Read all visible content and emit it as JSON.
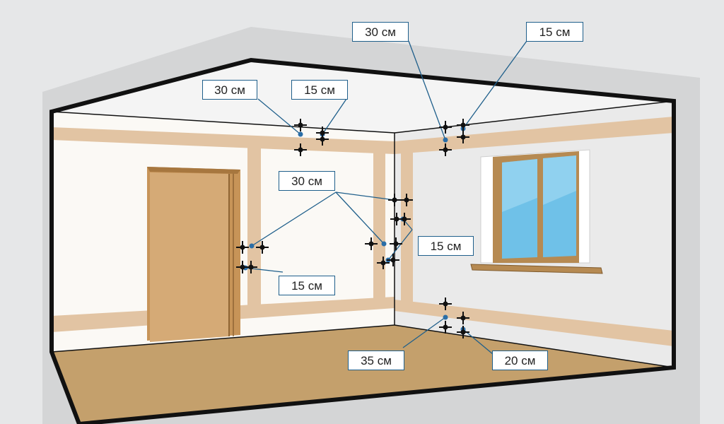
{
  "labels": {
    "ceiling_left_30": "30 см",
    "ceiling_left_15": "15 см",
    "ceiling_right_30": "30 см",
    "ceiling_right_15": "15 см",
    "corner_30": "30 см",
    "corner_15": "15 см",
    "door_15": "15 см",
    "floor_35": "35 см",
    "floor_20": "20 см"
  },
  "colors": {
    "background": "#e6e7e8",
    "outer_shell": "#d4d5d6",
    "ceiling": "#f4f4f4",
    "left_wall": "#fbf9f5",
    "right_wall": "#eaeaea",
    "wiring_zone": "#e2c4a3",
    "floor": "#c4a06c",
    "door": "#d5aa76",
    "window_frame": "#b68a52",
    "glass": "#6fc1e8",
    "leader_line": "#1f5f8b",
    "marker_dot": "#2b6ea7",
    "junction_cross": "#111111"
  },
  "icons": [
    "junction-box-icon"
  ]
}
